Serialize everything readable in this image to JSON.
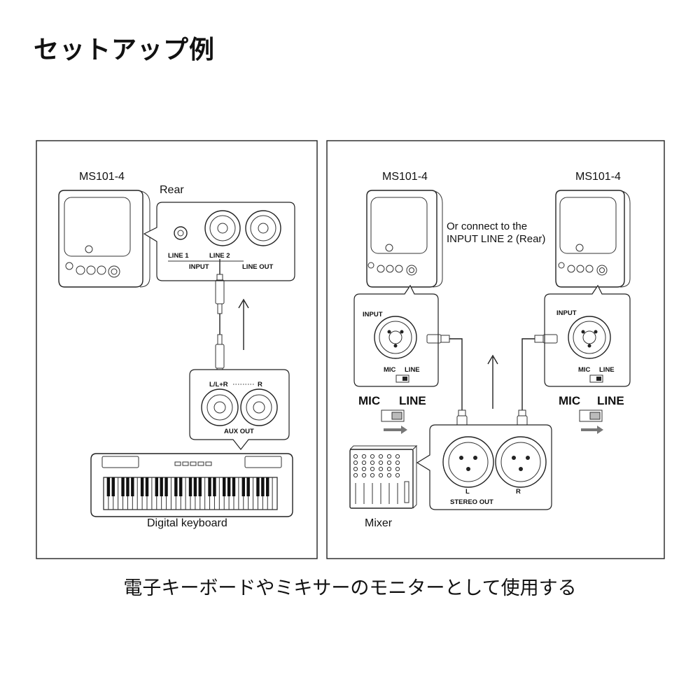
{
  "title": "セットアップ例",
  "caption": "電子キーボードやミキサーのモニターとして使用する",
  "left_panel": {
    "speaker_label": "MS101-4",
    "rear_label": "Rear",
    "line1": "LINE 1",
    "line2": "LINE 2",
    "input": "INPUT",
    "line_out": "LINE  OUT",
    "lr_label": "L/L+R",
    "r_label": "R",
    "aux_out": "AUX OUT",
    "device_label": "Digital keyboard"
  },
  "right_panel": {
    "speaker_left_label": "MS101-4",
    "speaker_right_label": "MS101-4",
    "note_line1": "Or connect to the",
    "note_line2": "INPUT LINE 2 (Rear)",
    "input": "INPUT",
    "mic": "MIC",
    "line": "LINE",
    "mic_big": "MIC",
    "line_big": "LINE",
    "l": "L",
    "r": "R",
    "stereo_out": "STEREO OUT",
    "device_label": "Mixer"
  }
}
